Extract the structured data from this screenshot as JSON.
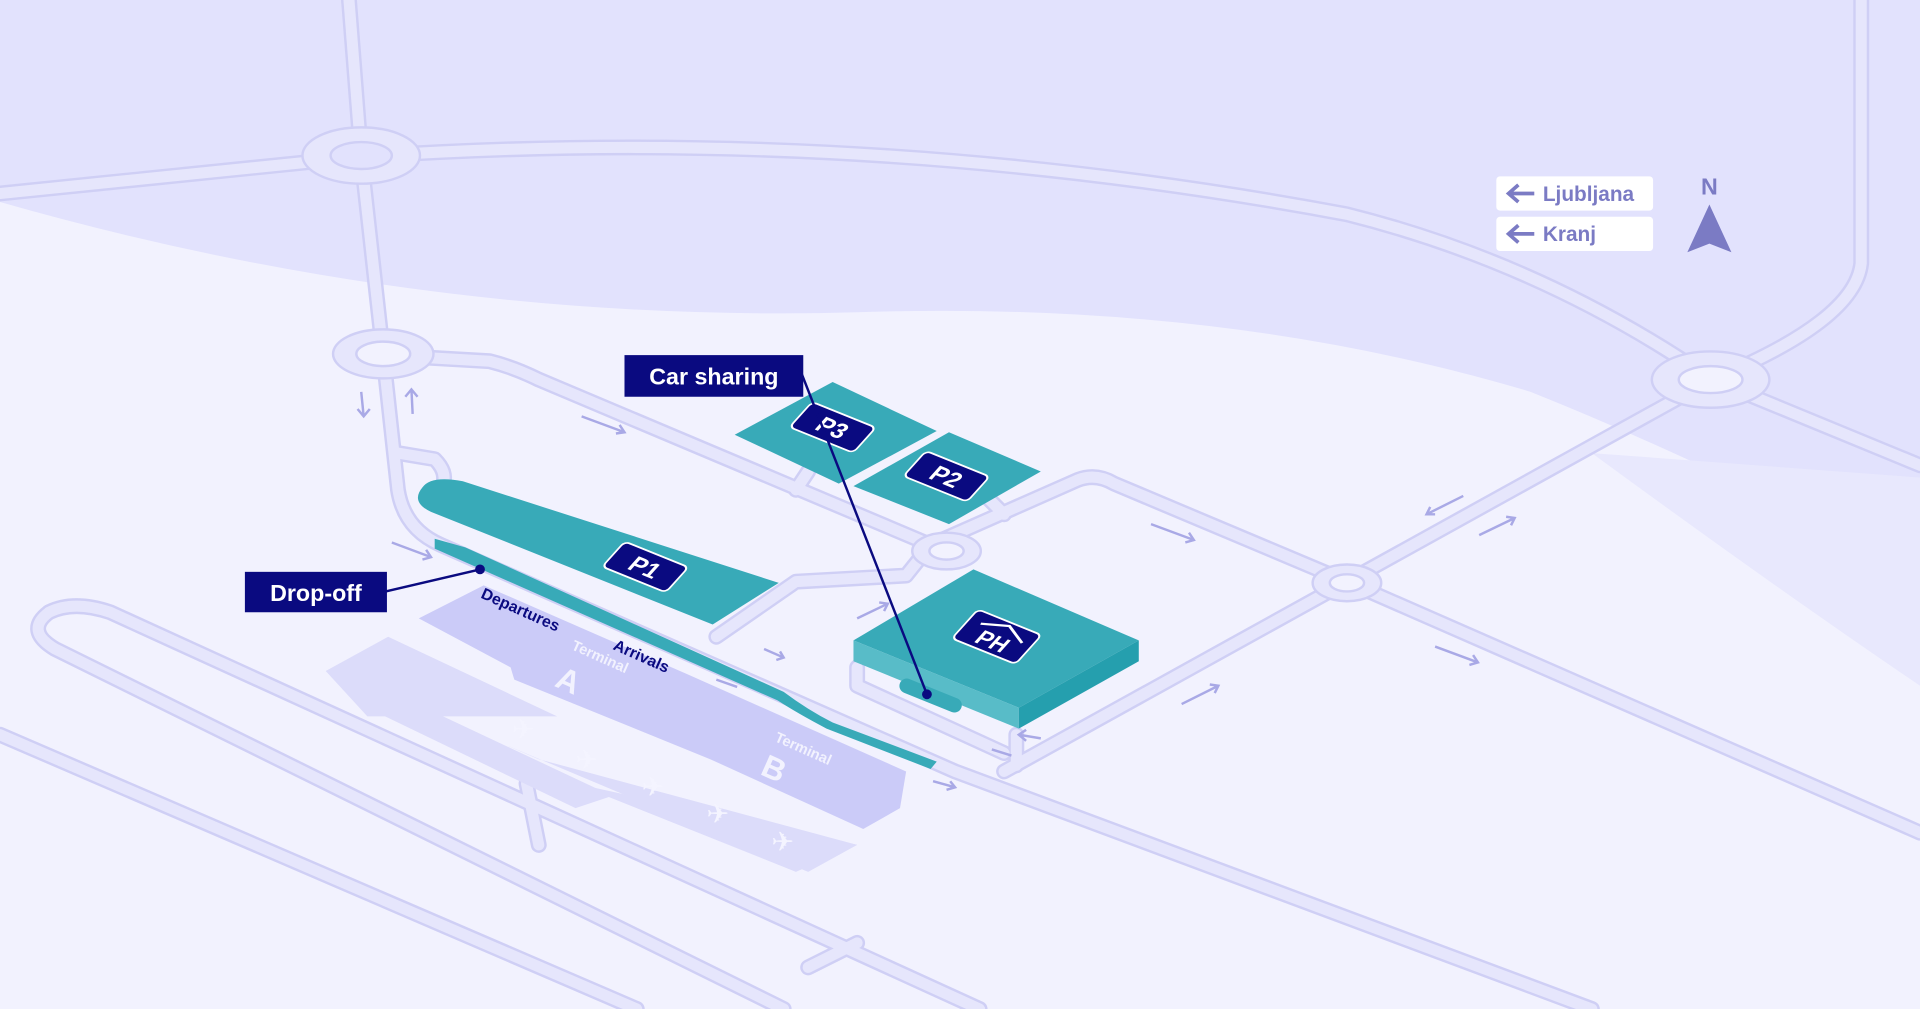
{
  "map": {
    "callouts": {
      "car_sharing": "Car sharing",
      "drop_off": "Drop-off"
    },
    "parking": {
      "p1": "P1",
      "p2": "P2",
      "p3": "P3",
      "ph": "PH"
    },
    "terminal": {
      "departures": "Departures",
      "arrivals": "Arrivals",
      "terminal_a_word": "Terminal",
      "terminal_a_letter": "A",
      "terminal_b_word": "Terminal",
      "terminal_b_letter": "B"
    },
    "directions": [
      {
        "label": "Ljubljana",
        "icon": "arrow-left-icon"
      },
      {
        "label": "Kranj",
        "icon": "arrow-left-icon"
      }
    ],
    "compass": "N",
    "colors": {
      "background": "#f2f2fe",
      "band": "#e2e2fd",
      "parking": "#38aab8",
      "callout": "#0a0a80",
      "terminal": "#cbcbf8",
      "sign_text": "#7b7bc4"
    }
  }
}
